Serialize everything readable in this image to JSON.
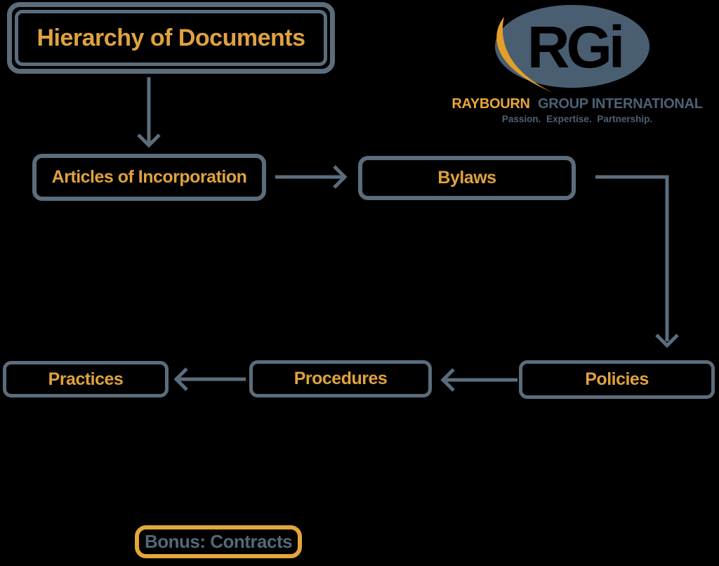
{
  "page": {
    "background": "#000000"
  },
  "colors": {
    "slate_border": "#5b6d7c",
    "orange_text": "#dfa23e",
    "bonus_border_orange": "#e2a63c",
    "bonus_text_slate": "#546878",
    "logo_ellipse_slate": "#4a5e72",
    "logo_swoosh_orange": "#e59f28",
    "wordmark_orange": "#e8a63c",
    "wordmark_slate": "#4d6173"
  },
  "title": {
    "label": "Hierarchy of Documents"
  },
  "nodes": [
    {
      "id": "articles",
      "label": "Articles of Incorporation"
    },
    {
      "id": "bylaws",
      "label": "Bylaws"
    },
    {
      "id": "policies",
      "label": "Policies"
    },
    {
      "id": "procedures",
      "label": "Procedures"
    },
    {
      "id": "practices",
      "label": "Practices"
    }
  ],
  "edges": [
    {
      "from": "Hierarchy of Documents",
      "to": "Articles of Incorporation",
      "direction": "down"
    },
    {
      "from": "Articles of Incorporation",
      "to": "Bylaws",
      "direction": "right"
    },
    {
      "from": "Bylaws",
      "to": "Policies",
      "direction": "right-then-down"
    },
    {
      "from": "Policies",
      "to": "Procedures",
      "direction": "left"
    },
    {
      "from": "Procedures",
      "to": "Practices",
      "direction": "left"
    }
  ],
  "bonus": {
    "label": "Bonus: Contracts"
  },
  "logo": {
    "monogram": "RGi",
    "wordmark_primary": "RAYBOURN",
    "wordmark_secondary": "GROUP INTERNATIONAL",
    "tagline": "Passion. Expertise. Partnership."
  }
}
